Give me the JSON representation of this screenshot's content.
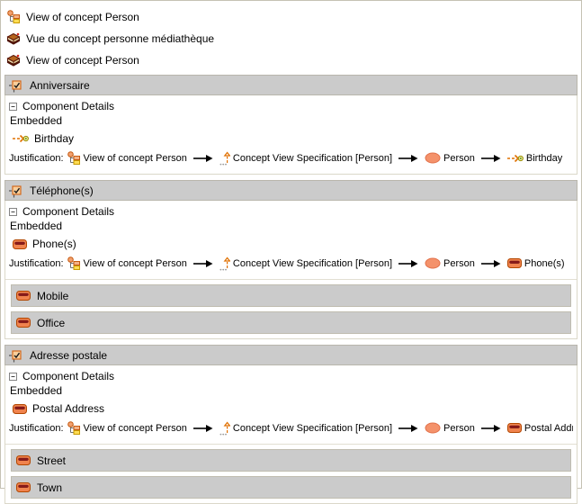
{
  "top_items": [
    {
      "icon": "concept-view-tree-icon",
      "label": "View of concept Person"
    },
    {
      "icon": "model-book-icon",
      "label": "Vue du concept personne médiathèque"
    },
    {
      "icon": "model-book-icon",
      "label": "View of concept Person"
    }
  ],
  "labels": {
    "component_details": "Component Details",
    "embedded": "Embedded",
    "justification": "Justification:"
  },
  "sections": [
    {
      "title": "Anniversaire",
      "icon": "checked-box-icon",
      "attribute": {
        "icon": "dashed-arrow-attribute-icon",
        "label": "Birthday"
      },
      "justification_steps": [
        {
          "icon": "concept-view-tree-icon",
          "label": "View of concept Person"
        },
        {
          "icon": "spec-up-arrow-icon",
          "label": "Concept View Specification [Person]"
        },
        {
          "icon": "concept-ellipse-icon",
          "label": "Person"
        },
        {
          "icon": "dashed-arrow-attribute-icon",
          "label": "Birthday"
        }
      ],
      "children": []
    },
    {
      "title": "Téléphone(s)",
      "icon": "checked-box-icon",
      "attribute": {
        "icon": "component-rect-icon",
        "label": "Phone(s)"
      },
      "justification_steps": [
        {
          "icon": "concept-view-tree-icon",
          "label": "View of concept Person"
        },
        {
          "icon": "spec-up-arrow-icon",
          "label": "Concept View Specification [Person]"
        },
        {
          "icon": "concept-ellipse-icon",
          "label": "Person"
        },
        {
          "icon": "component-rect-icon",
          "label": "Phone(s)"
        }
      ],
      "children": [
        {
          "icon": "component-rect-icon",
          "label": "Mobile"
        },
        {
          "icon": "component-rect-icon",
          "label": "Office"
        }
      ]
    },
    {
      "title": "Adresse postale",
      "icon": "checked-box-icon",
      "attribute": {
        "icon": "component-rect-icon",
        "label": "Postal Address"
      },
      "justification_steps": [
        {
          "icon": "concept-view-tree-icon",
          "label": "View of concept Person"
        },
        {
          "icon": "spec-up-arrow-icon",
          "label": "Concept View Specification [Person]"
        },
        {
          "icon": "concept-ellipse-icon",
          "label": "Person"
        },
        {
          "icon": "component-rect-icon",
          "label": "Postal Address"
        }
      ],
      "children": [
        {
          "icon": "component-rect-icon",
          "label": "Street"
        },
        {
          "icon": "component-rect-icon",
          "label": "Town"
        }
      ]
    }
  ],
  "colors": {
    "accent_orange": "#E8834E",
    "maroon_band": "#8B1A1A",
    "header_gray": "#CBCBCB",
    "box_border": "#DBD8C9"
  }
}
